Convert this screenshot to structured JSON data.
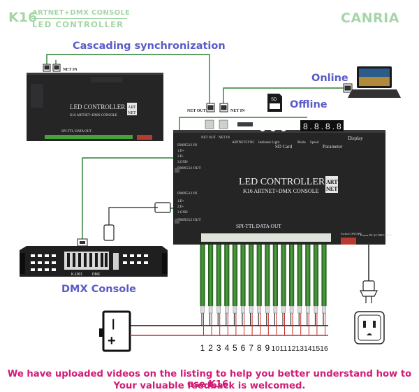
{
  "brand": {
    "model": "K16",
    "line1": "ARTNET+DMX CONSOLE",
    "line2": "LED CONTROLLER",
    "company": "CANRIA"
  },
  "labels": {
    "cascading": "Cascading synchronization",
    "online": "Online",
    "offline": "Offline",
    "dmx_console": "DMX Console"
  },
  "controller": {
    "title": "LED CONTROLLER",
    "subtitle": "K16 ARTNET+DMX CONSOLE",
    "logo_top": "ART",
    "logo_bottom": "NET",
    "spi_label": "SPI-TTL  DATA  OUT",
    "net_out": "NET OUT",
    "net_in": "NET IN",
    "artnet_sync": "ARTNETSYNC",
    "indicator": "Indicator Light",
    "sd_card": "SD Card",
    "display": "Display",
    "parameter": "Parameter",
    "mode": "Mode",
    "speed": "Speed",
    "switch": "Switch ON/OFF",
    "power": "Power IN AC100V-250V",
    "dmx_in": "DMX512 IN",
    "dmx_out": "DMX512 OUT",
    "pins": [
      "1.D+",
      "2.D-",
      "3.GND"
    ],
    "segment_display": "8.8.8.8",
    "sd_card_chip": "SD"
  },
  "console": {
    "name": "DMX",
    "model": "K-1001"
  },
  "outputs": [
    "1",
    "2",
    "3",
    "4",
    "5",
    "6",
    "7",
    "8",
    "9",
    "10",
    "11",
    "12",
    "13",
    "14",
    "15",
    "16"
  ],
  "colors": {
    "brand": "#a5d6a7",
    "label": "#5b5bc8",
    "footer": "#d01c75",
    "strip": "#3a8a2e",
    "wire_red": "#c62828"
  },
  "footer": {
    "line1": "We have uploaded videos on the listing to help you better understand how to use K16.",
    "line2": "Your valuable feedback is welcomed."
  }
}
